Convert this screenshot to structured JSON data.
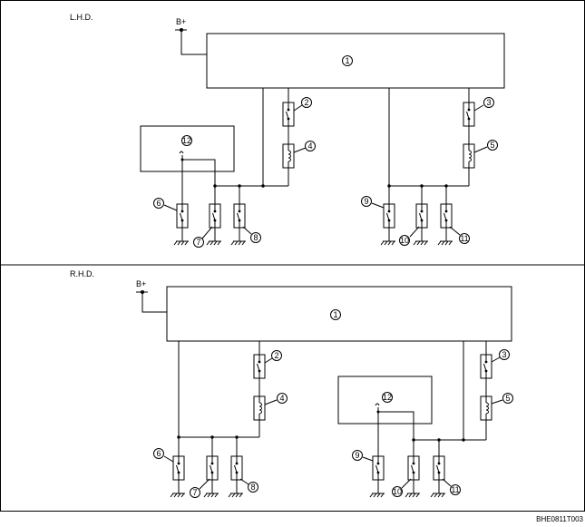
{
  "lhd": {
    "title": "L.H.D.",
    "battery": "B+",
    "callouts": {
      "c1": "1",
      "c2": "2",
      "c3": "3",
      "c4": "4",
      "c5": "5",
      "c6": "6",
      "c7": "7",
      "c8": "8",
      "c9": "9",
      "c10": "10",
      "c11": "11",
      "c12": "12"
    }
  },
  "rhd": {
    "title": "R.H.D.",
    "battery": "B+",
    "callouts": {
      "c1": "1",
      "c2": "2",
      "c3": "3",
      "c4": "4",
      "c5": "5",
      "c6": "6",
      "c7": "7",
      "c8": "8",
      "c9": "9",
      "c10": "10",
      "c11": "11",
      "c12": "12"
    }
  },
  "figure_code": "BHE0811T003"
}
